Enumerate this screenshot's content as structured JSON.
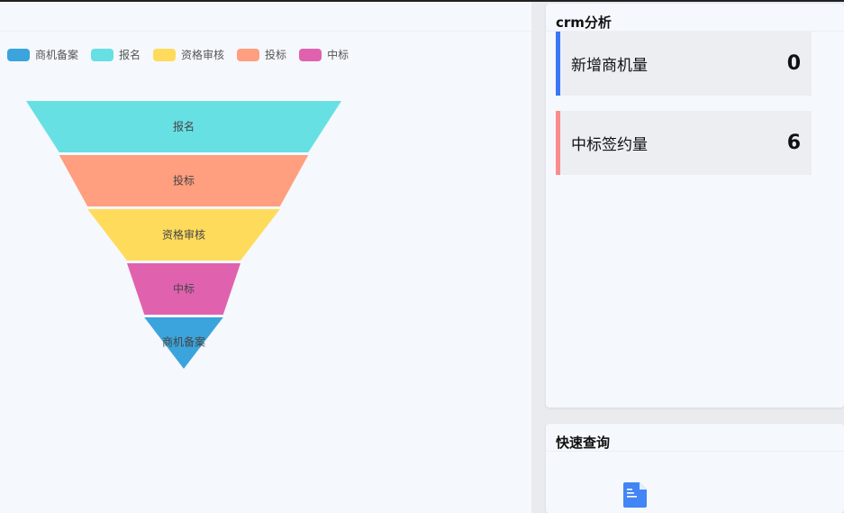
{
  "chart_data": {
    "type": "funnel",
    "legend": [
      "商机备案",
      "报名",
      "资格审核",
      "投标",
      "中标"
    ],
    "colors": {
      "商机备案": "#3ba4dc",
      "报名": "#67e0e3",
      "资格审核": "#ffdb5c",
      "投标": "#ff9f7f",
      "中标": "#e062ae"
    },
    "series": [
      {
        "name": "报名",
        "value": 100
      },
      {
        "name": "投标",
        "value": 79
      },
      {
        "name": "资格审核",
        "value": 61
      },
      {
        "name": "中标",
        "value": 36
      },
      {
        "name": "商机备案",
        "value": 25
      }
    ],
    "sort": "descending",
    "min": 0,
    "max": 100
  },
  "crm": {
    "title": "crm分析",
    "stats": [
      {
        "label": "新增商机量",
        "value": "0",
        "color": "#3b76f6"
      },
      {
        "label": "中标签约量",
        "value": "6",
        "color": "#fb8c8c"
      }
    ]
  },
  "quick": {
    "title": "快速查询",
    "icon": "document-icon"
  }
}
